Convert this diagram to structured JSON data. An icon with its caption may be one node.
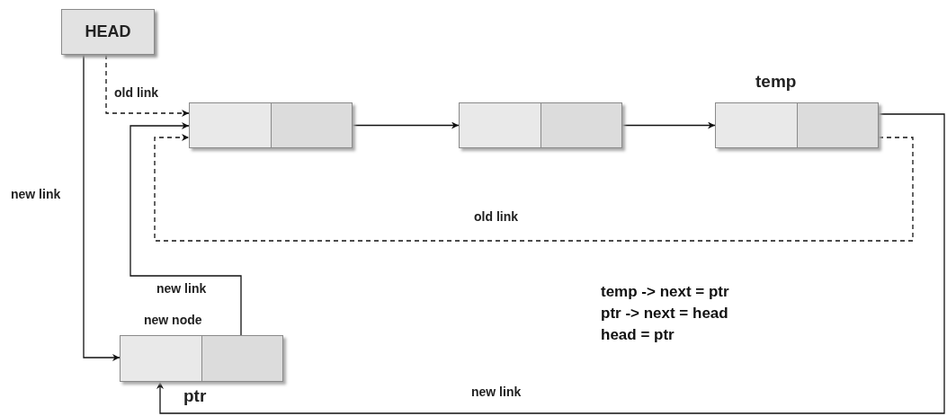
{
  "diagram": {
    "nodes": [
      {
        "text": [
          "HEAD"
        ]
      },
      {
        "text": [],
        "shape": "box"
      },
      {
        "text": [],
        "shape": "box"
      },
      {
        "text": [],
        "shape": "box",
        "beside": [
          "temp"
        ]
      },
      {
        "text": [],
        "shape": "box",
        "beside": [
          "new node",
          "ptr"
        ]
      }
    ],
    "edges": [
      {
        "from": 0,
        "to": 1,
        "arrow": "to",
        "label": "old link",
        "style": "dashed"
      },
      {
        "from": 0,
        "to": 4,
        "arrow": "to",
        "label": "new link"
      },
      {
        "from": 1,
        "to": 2,
        "arrow": "to"
      },
      {
        "from": 2,
        "to": 3,
        "arrow": "to"
      },
      {
        "from": 3,
        "to": 1,
        "arrow": "to",
        "label": "old link",
        "style": "dashed"
      },
      {
        "from": 4,
        "to": 1,
        "arrow": "to",
        "label": "new link"
      },
      {
        "from": 3,
        "to": 4,
        "arrow": "to",
        "label": "new link"
      }
    ],
    "labels": [
      "temp -> next = ptr",
      "ptr -> next = head",
      "head = ptr"
    ]
  }
}
